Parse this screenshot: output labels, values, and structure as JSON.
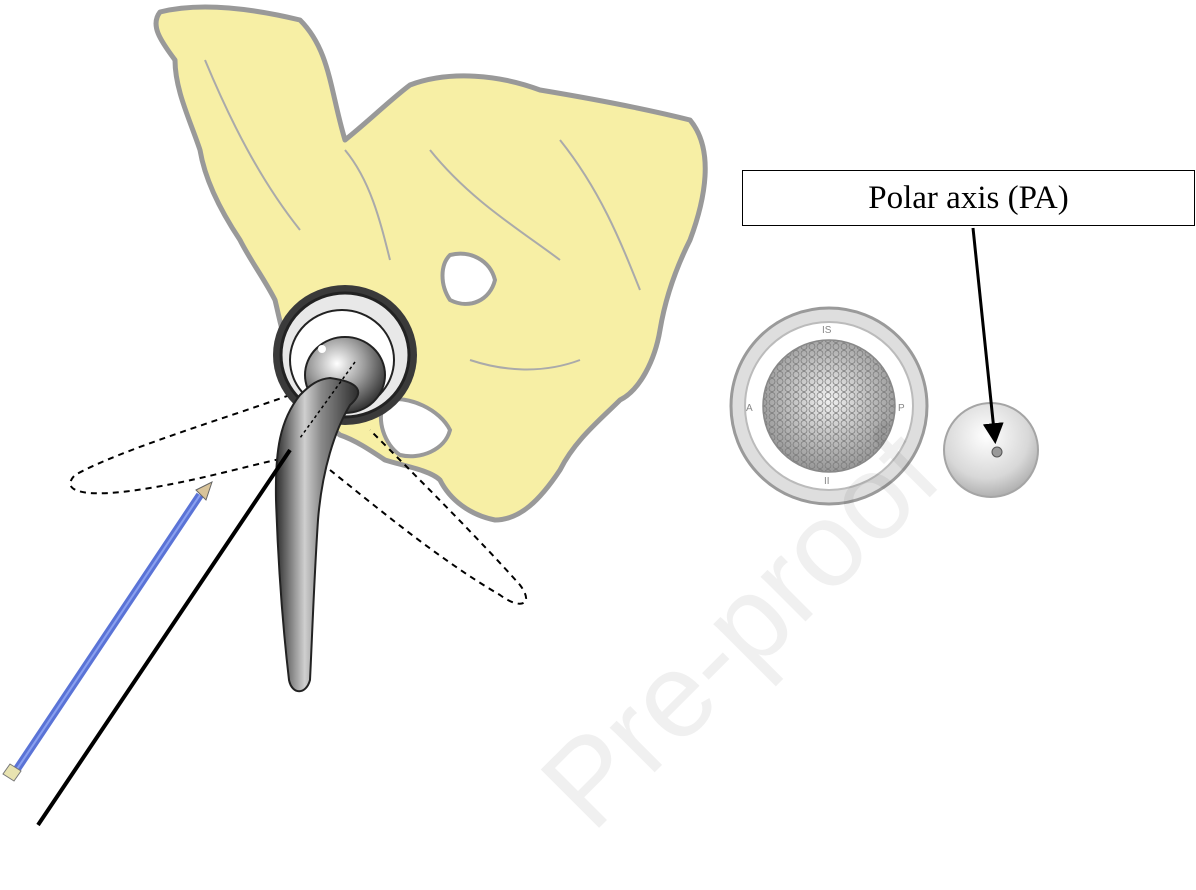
{
  "labels": {
    "polar_axis": "Polar axis (PA)"
  },
  "cup_markings": {
    "superior": "IS",
    "inferior": "II",
    "anterior": "A",
    "posterior": "P"
  },
  "watermark": "Pre-proof",
  "colors": {
    "bone_fill": "#F7EFA5",
    "bone_outline": "#999999",
    "pencil": "#5A73D6",
    "implant_metal": "#555555"
  },
  "icons": [
    "pelvis-illustration",
    "hip-implant-icon",
    "pencil-icon",
    "acetabular-cup-icon",
    "hemisphere-icon"
  ]
}
